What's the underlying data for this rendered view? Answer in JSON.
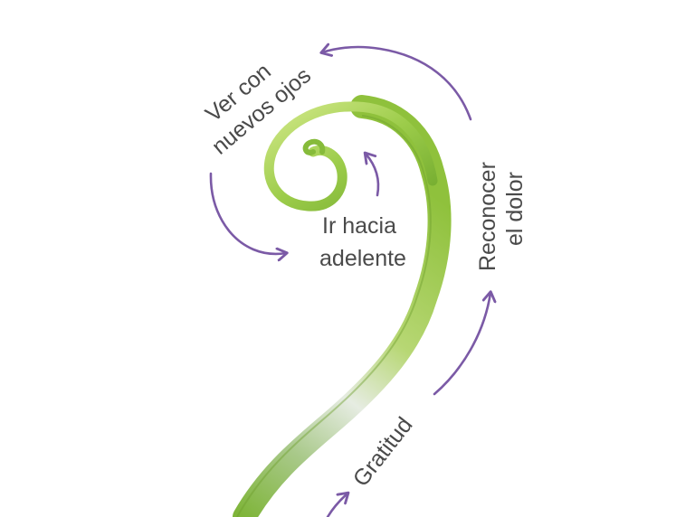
{
  "stages": {
    "gratitude": "Gratitud",
    "acknowledge_pain": {
      "line1": "Reconocer",
      "line2": "el dolor"
    },
    "new_eyes": {
      "line1": "Ver con",
      "line2": "nuevos ojos"
    },
    "move_forward": {
      "line1": "Ir hacia",
      "line2": "adelente"
    }
  },
  "colors": {
    "arrow": "#7b5aa6",
    "fern_light": "#c9e27a",
    "fern_mid": "#8fc13c",
    "fern_dark": "#5f9a24",
    "stem_pale": "#e4ece0",
    "text": "#4a4a4a"
  }
}
